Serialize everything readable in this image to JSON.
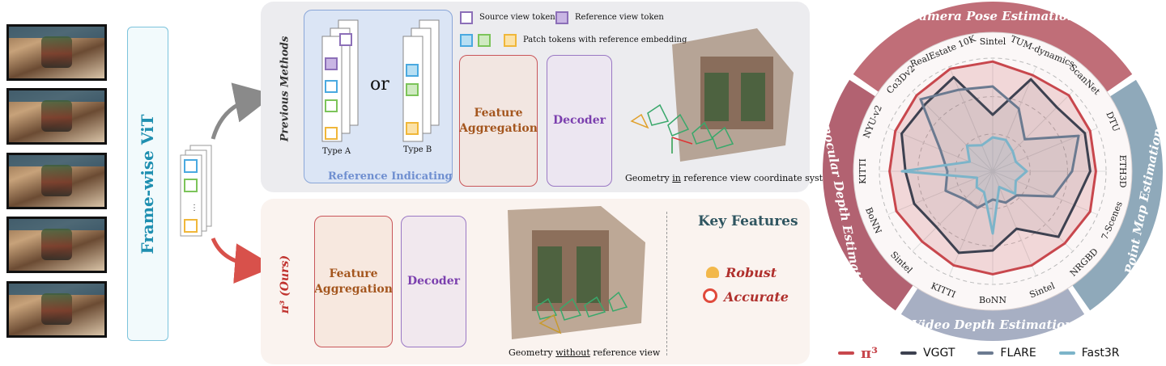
{
  "labels": {
    "frame_vit": "Frame-wise ViT",
    "previous_methods": "Previous Methods",
    "ours": "π³ (Ours)",
    "source_token": "Source view token",
    "reference_token": "Reference view token",
    "patch_tokens": "Patch tokens with reference embedding",
    "or": "or",
    "type_a": "Type A",
    "type_b": "Type B",
    "reference_indicating": "Reference Indicating",
    "feature_aggregation": "Feature Aggregation",
    "decoder": "Decoder",
    "geometry_in_pre": "Geometry ",
    "geometry_in_u": "in",
    "geometry_in_post": " reference view coordinate system",
    "geometry_without_pre": "Geometry ",
    "geometry_without_u": "without",
    "geometry_without_post": " reference view",
    "key_features": "Key Features",
    "robust": "Robust",
    "accurate": "Accurate"
  },
  "colors": {
    "pi3": "#c8474d",
    "vggt": "#3d4150",
    "flare": "#6b7a90",
    "fast3r": "#7cb4c9",
    "camera_band": "#c06e78",
    "point_band": "#8fa9ba",
    "video_band": "#a7afc3",
    "mono_band": "#b26271"
  },
  "chart_data": {
    "type": "radar",
    "groups": [
      {
        "name": "Camera Pose Estimation",
        "axes": [
          "Sintel",
          "TUM-dynamics",
          "ScanNet"
        ]
      },
      {
        "name": "Point Map Estimation",
        "axes": [
          "DTU",
          "ETH3D",
          "7-Scenes",
          "NRGBD"
        ]
      },
      {
        "name": "Video Depth Estimation",
        "axes": [
          "Sintel",
          "BoNN",
          "KITTI"
        ]
      },
      {
        "name": "Monocular Depth Estimation",
        "axes": [
          "Sintel",
          "BoNN",
          "KITTI",
          "NYU-v2"
        ]
      },
      {
        "name": "Camera Pose Estimation",
        "axes": [
          "Co3Dv2",
          "RealEstate 10K"
        ]
      }
    ],
    "axes": [
      "Sintel",
      "TUM-dynamics",
      "ScanNet",
      "DTU",
      "ETH3D",
      "7-Scenes",
      "NRGBD",
      "Sintel",
      "BoNN",
      "KITTI",
      "Sintel",
      "BoNN",
      "KITTI",
      "NYU-v2",
      "Co3Dv2",
      "RealEstate 10K"
    ],
    "series": [
      {
        "name": "π³",
        "values": [
          0.97,
          0.92,
          0.95,
          0.93,
          0.91,
          0.93,
          0.9,
          0.9,
          0.91,
          0.9,
          0.88,
          0.92,
          0.91,
          0.93,
          0.95,
          0.98
        ]
      },
      {
        "name": "VGGT",
        "values": [
          0.5,
          0.88,
          0.8,
          0.88,
          0.86,
          0.78,
          0.82,
          0.55,
          0.7,
          0.78,
          0.7,
          0.75,
          0.77,
          0.87,
          0.84,
          0.9
        ]
      },
      {
        "name": "FLARE",
        "values": [
          0.75,
          0.6,
          0.4,
          0.82,
          0.7,
          0.58,
          0.3,
          0.3,
          0.25,
          0.35,
          0.35,
          0.45,
          0.4,
          0.5,
          0.9,
          0.78
        ]
      },
      {
        "name": "Fast3R",
        "values": [
          0.3,
          0.3,
          0.25,
          0.22,
          0.3,
          0.22,
          0.28,
          0.15,
          0.55,
          0.2,
          0.2,
          0.15,
          0.8,
          0.22,
          0.32,
          0.25
        ]
      }
    ],
    "range": [
      0,
      1
    ],
    "grid": true,
    "legend": "bottom"
  }
}
